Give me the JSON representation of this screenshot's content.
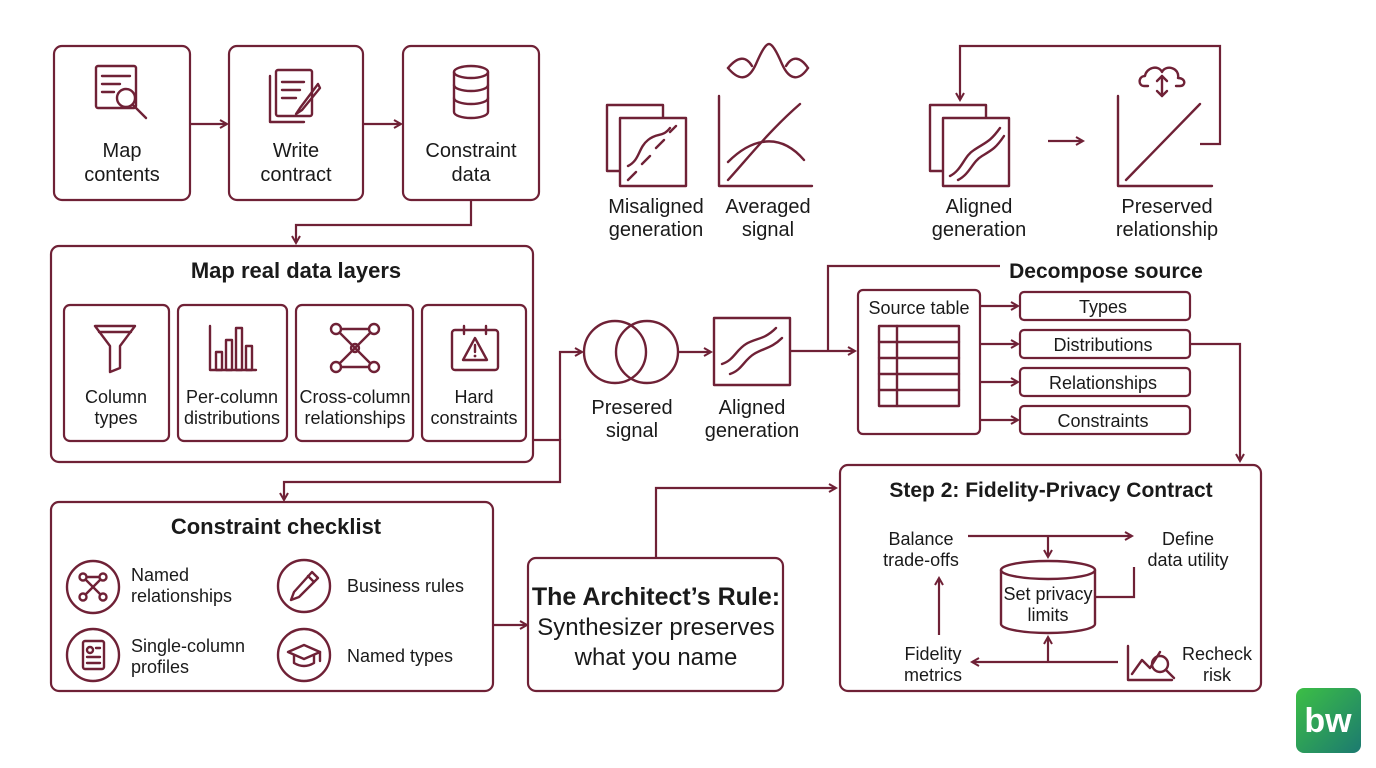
{
  "colors": {
    "accent": "#6f2136",
    "text": "#1a1a1a",
    "logo_from": "#2fb24a",
    "logo_to": "#1e7f6c"
  },
  "steps": [
    {
      "line1": "Map",
      "line2": "contents",
      "icon": "document-search-icon"
    },
    {
      "line1": "Write",
      "line2": "contract",
      "icon": "document-pen-icon"
    },
    {
      "line1": "Constraint",
      "line2": "data",
      "icon": "database-icon"
    }
  ],
  "layers": {
    "title": "Map real data layers",
    "items": [
      {
        "line1": "Column",
        "line2": "types",
        "icon": "funnel-icon"
      },
      {
        "line1": "Per-column",
        "line2": "distributions",
        "icon": "bar-chart-icon"
      },
      {
        "line1": "Cross-column",
        "line2": "relationships",
        "icon": "network-icon"
      },
      {
        "line1": "Hard",
        "line2": "constraints",
        "icon": "warning-icon"
      }
    ]
  },
  "checklist": {
    "title": "Constraint checklist",
    "items": [
      {
        "line1": "Named",
        "line2": "relationships",
        "icon": "network-icon"
      },
      {
        "line1": "Business rules",
        "line2": "",
        "icon": "pencil-icon"
      },
      {
        "line1": "Single-column",
        "line2": "profiles",
        "icon": "profile-document-icon"
      },
      {
        "line1": "Named types",
        "line2": "",
        "icon": "graduation-cap-icon"
      }
    ]
  },
  "rule": {
    "title": "The Architect’s Rule:",
    "line1": "Synthesizer preserves",
    "line2": "what you name"
  },
  "misaligned": {
    "line1": "Misaligned",
    "line2": "generation"
  },
  "averaged": {
    "line1": "Averaged",
    "line2": "signal"
  },
  "aligned_top": {
    "line1": "Aligned",
    "line2": "generation"
  },
  "preserved_top": {
    "line1": "Preserved",
    "line2": "relationship"
  },
  "presered": {
    "line1": "Presered",
    "line2": "signal"
  },
  "aligned_mid": {
    "line1": "Aligned",
    "line2": "generation"
  },
  "decompose": {
    "title": "Decompose source",
    "source_label": "Source table",
    "outputs": [
      "Types",
      "Distributions",
      "Relationships",
      "Constraints"
    ]
  },
  "contract": {
    "title": "Step 2: Fidelity-Privacy Contract",
    "balance": {
      "line1": "Balance",
      "line2": "trade-offs"
    },
    "define": {
      "line1": "Define",
      "line2": "data utility"
    },
    "privacy": {
      "line1": "Set privacy",
      "line2": "limits"
    },
    "fidelity": {
      "line1": "Fidelity",
      "line2": "metrics"
    },
    "recheck": {
      "line1": "Recheck",
      "line2": "risk"
    }
  },
  "logo": {
    "text": "bw"
  }
}
